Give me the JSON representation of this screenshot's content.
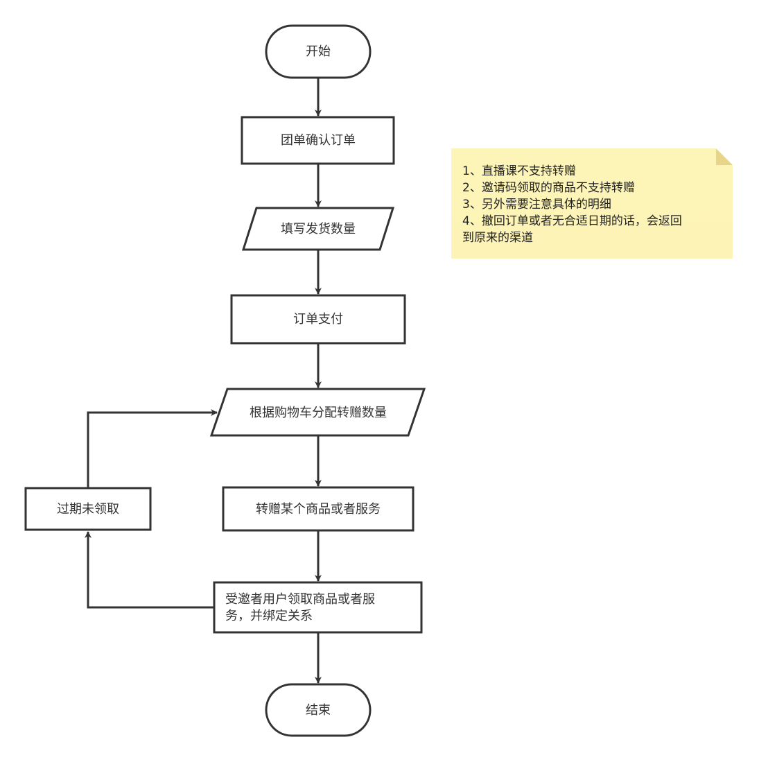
{
  "nodes": {
    "start": "开始",
    "confirm_order": "团单确认订单",
    "fill_quantity": "填写发货数量",
    "pay_order": "订单支付",
    "allocate_quantity": "根据购物车分配转赠数量",
    "gift_item": "转赠某个商品或者服务",
    "receive_line1": "受邀者用户领取商品或者服",
    "receive_line2": "务，并绑定关系",
    "expired": "过期未领取",
    "end": "结束"
  },
  "note": {
    "lines": [
      "1、直播课不支持转赠",
      "2、邀请码领取的商品不支持转赠",
      "3、另外需要注意具体的明细",
      "4、撤回订单或者无合适日期的话，会返回",
      "到原来的渠道"
    ]
  },
  "colors": {
    "stroke": "#333333",
    "note_background": "#fdf4b8",
    "note_fold": "#e7d68a"
  }
}
